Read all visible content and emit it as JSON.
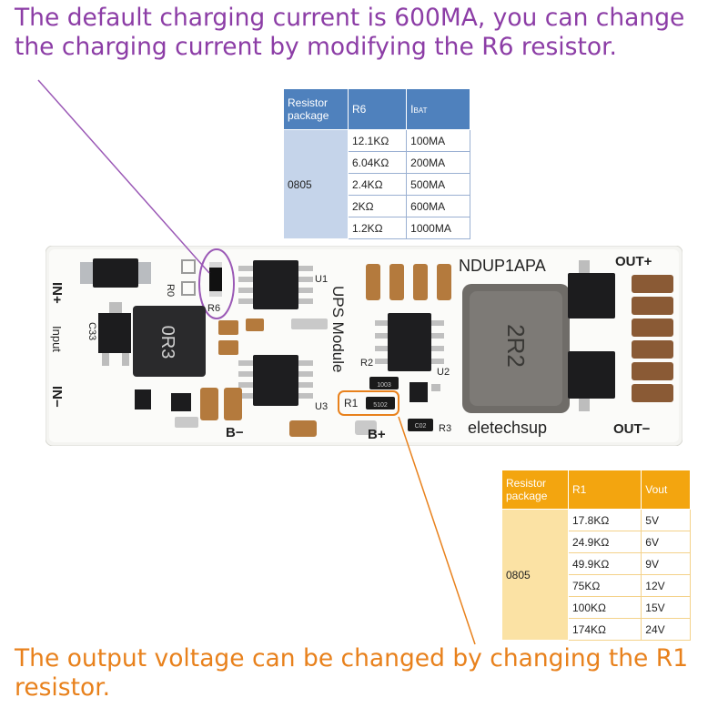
{
  "top_caption": "The default charging current is 600MA, you can change the charging current by modifying the R6 resistor.",
  "bottom_caption": "The output voltage can be changed by changing the R1 resistor.",
  "r6_table": {
    "headers": [
      "Resistor package",
      "R6",
      "I"
    ],
    "header_sub": "BAT",
    "package": "0805",
    "rows": [
      [
        "12.1KΩ",
        "100MA"
      ],
      [
        "6.04KΩ",
        "200MA"
      ],
      [
        "2.4KΩ",
        "500MA"
      ],
      [
        "2KΩ",
        "600MA"
      ],
      [
        "1.2KΩ",
        "1000MA"
      ]
    ]
  },
  "r1_table": {
    "headers": [
      "Resistor package",
      "R1",
      "Vout"
    ],
    "package": "0805",
    "rows": [
      [
        "17.8KΩ",
        "5V"
      ],
      [
        "24.9KΩ",
        "6V"
      ],
      [
        "49.9KΩ",
        "9V"
      ],
      [
        "75KΩ",
        "12V"
      ],
      [
        "100KΩ",
        "15V"
      ],
      [
        "174KΩ",
        "24V"
      ]
    ]
  },
  "board": {
    "model": "NDUP1APA",
    "brand": "eletechsup",
    "module_label": "UPS Module",
    "in_plus": "IN+",
    "in_minus": "IN−",
    "input": "Input",
    "out_plus": "OUT+",
    "out_minus": "OUT−",
    "b_minus": "B−",
    "b_plus": "B+",
    "refs": {
      "r0": "R0",
      "r6": "R6",
      "r1": "R1",
      "r2": "R2",
      "r3": "R3",
      "u1": "U1",
      "u2": "U2",
      "u3": "U3",
      "c33": "C33"
    },
    "inductor_small": "0R3",
    "inductor_large": "2R2",
    "r1_marking": "5102",
    "r2_marking": "1003",
    "r3_marking": "C02"
  },
  "colors": {
    "top_caption": "#8c3da6",
    "bottom_caption": "#e8811c",
    "r6_header": "#4f81bd",
    "r1_header": "#f3a50f"
  }
}
